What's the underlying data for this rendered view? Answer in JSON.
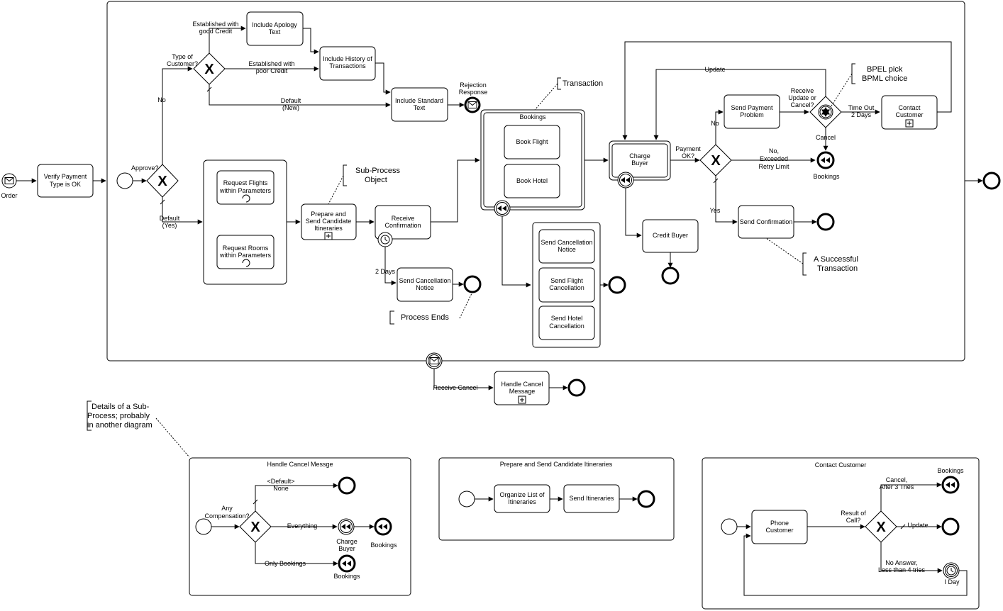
{
  "start": {
    "order": "Order"
  },
  "tasks": {
    "verify_payment": [
      "Verify Payment",
      "Type is OK"
    ],
    "include_apology": [
      "Include Apology",
      "Text"
    ],
    "include_history": [
      "Include History of",
      "Transactions"
    ],
    "include_standard": [
      "Include Standard",
      "Text"
    ],
    "request_flights": [
      "Request Flights",
      "within Parameters"
    ],
    "request_rooms": [
      "Request Rooms",
      "within Parameters"
    ],
    "prepare_send": [
      "Prepare and",
      "Send Candidate",
      "Itineraries"
    ],
    "receive_confirmation": [
      "Receive",
      "Confirmation"
    ],
    "send_cancellation_notice": [
      "Send Cancellation",
      "Notice"
    ],
    "book_flight": [
      "Book Flight"
    ],
    "book_hotel": [
      "Book Hotel"
    ],
    "charge_buyer": [
      "Charge",
      "Buyer"
    ],
    "credit_buyer": [
      "Credit Buyer"
    ],
    "cancel_notice_comp": [
      "Send Cancellation",
      "Notice"
    ],
    "cancel_flight_comp": [
      "Send Flight",
      "Cancellation"
    ],
    "cancel_hotel_comp": [
      "Send Hotel",
      "Cancellation"
    ],
    "send_payment_problem": [
      "Send Payment",
      "Problem"
    ],
    "contact_customer": [
      "Contact",
      "Customer"
    ],
    "send_confirmation": [
      "Send Confirmation"
    ],
    "handle_cancel_message": [
      "Handle Cancel",
      "Message"
    ],
    "organize_list": [
      "Organize List of",
      "Itineraries"
    ],
    "send_itineraries": [
      "Send Itineraries"
    ],
    "phone_customer": [
      "Phone",
      "Customer"
    ]
  },
  "labels": {
    "approve": "Approve?",
    "no": "No",
    "default_yes": [
      "Default",
      "(Yes)"
    ],
    "type_of_customer": [
      "Type of",
      "Customer?"
    ],
    "good_credit": [
      "Established with",
      "good Credit"
    ],
    "poor_credit": [
      "Established with",
      "poor Credit"
    ],
    "default_new": [
      "Default",
      "(New)"
    ],
    "rejection_response": [
      "Rejection",
      "Response"
    ],
    "two_days": "2 Days",
    "bookings_subprocess": "Bookings",
    "payment_ok": [
      "Payment",
      "OK?"
    ],
    "no_payment": "No",
    "yes_payment": "Yes",
    "update": "Update",
    "receive_update": [
      "Receive",
      "Update or",
      "Cancel?"
    ],
    "cancel": "Cancel",
    "timeout": [
      "Time Out",
      "2 Days"
    ],
    "no_exceeded": [
      "No,",
      "Exceeded",
      "Retry Limit"
    ],
    "bookings_end": "Bookings",
    "receive_cancel": "Receive Cancel"
  },
  "annotations": {
    "transaction": "Transaction",
    "subprocess_object": [
      "Sub-Process",
      "Object"
    ],
    "process_ends": "Process Ends",
    "bpel_pick": [
      "BPEL pick",
      "BPML choice"
    ],
    "successful_transaction": [
      "A Successful",
      "Transaction"
    ],
    "details_subprocess": [
      "Details of a Sub-",
      "Process; probably",
      "in another diagram"
    ]
  },
  "detail_handle_cancel": {
    "title": "Handle Cancel Messge",
    "any_compensation": [
      "Any",
      "Compensation?"
    ],
    "default_none": [
      "<Default>",
      "None"
    ],
    "everything": "Everything",
    "only_bookings": "Only Bookings",
    "charge_buyer": [
      "Charge",
      "Buyer"
    ],
    "bookings_a": "Bookings",
    "bookings_b": "Bookings"
  },
  "detail_prepare_send": {
    "title": "Prepare and Send Candidate Itineraries"
  },
  "detail_contact_customer": {
    "title": "Contact Customer",
    "result_of_call": [
      "Result of",
      "Call?"
    ],
    "cancel_after": [
      "Cancel,",
      "After 3 Tries"
    ],
    "bookings": "Bookings",
    "update": "Update",
    "no_answer": [
      "No Answer,",
      "Less than 4 tries"
    ],
    "one_day": "I Day"
  },
  "gateway_marker": "X"
}
